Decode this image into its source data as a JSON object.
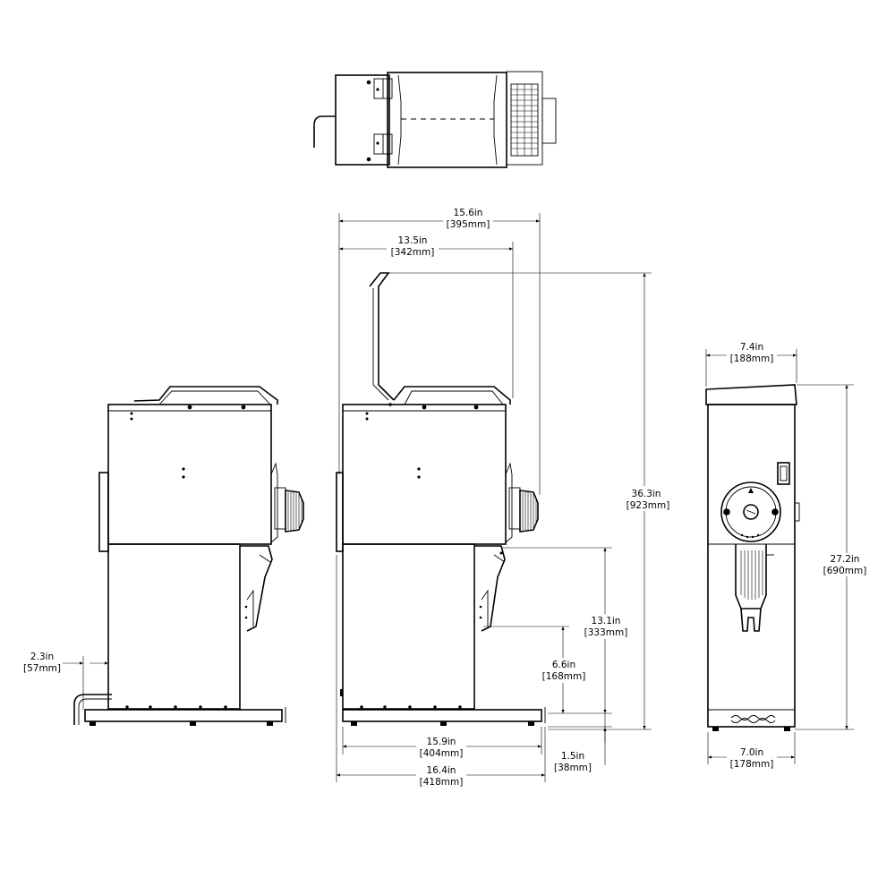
{
  "dimensions": {
    "top_width": {
      "in": "15.6in",
      "mm": "[395mm]"
    },
    "hopper_width": {
      "in": "13.5in",
      "mm": "[342mm]"
    },
    "total_height": {
      "in": "36.3in",
      "mm": "[923mm]"
    },
    "spout_height": {
      "in": "13.1in",
      "mm": "[333mm]"
    },
    "bag_clearance": {
      "in": "6.6in",
      "mm": "[168mm]"
    },
    "base_depth": {
      "in": "15.9in",
      "mm": "[404mm]"
    },
    "overall_depth": {
      "in": "16.4in",
      "mm": "[418mm]"
    },
    "foot_height": {
      "in": "1.5in",
      "mm": "[38mm]"
    },
    "tray_overhang": {
      "in": "2.3in",
      "mm": "[57mm]"
    },
    "top_front_width": {
      "in": "7.4in",
      "mm": "[188mm]"
    },
    "front_height": {
      "in": "27.2in",
      "mm": "[690mm]"
    },
    "base_front_width": {
      "in": "7.0in",
      "mm": "[178mm]"
    }
  },
  "views": [
    "top-view",
    "side-view-lid-closed",
    "side-view-lid-open",
    "front-view"
  ],
  "colors": {
    "line": "#000000",
    "background": "#ffffff"
  }
}
